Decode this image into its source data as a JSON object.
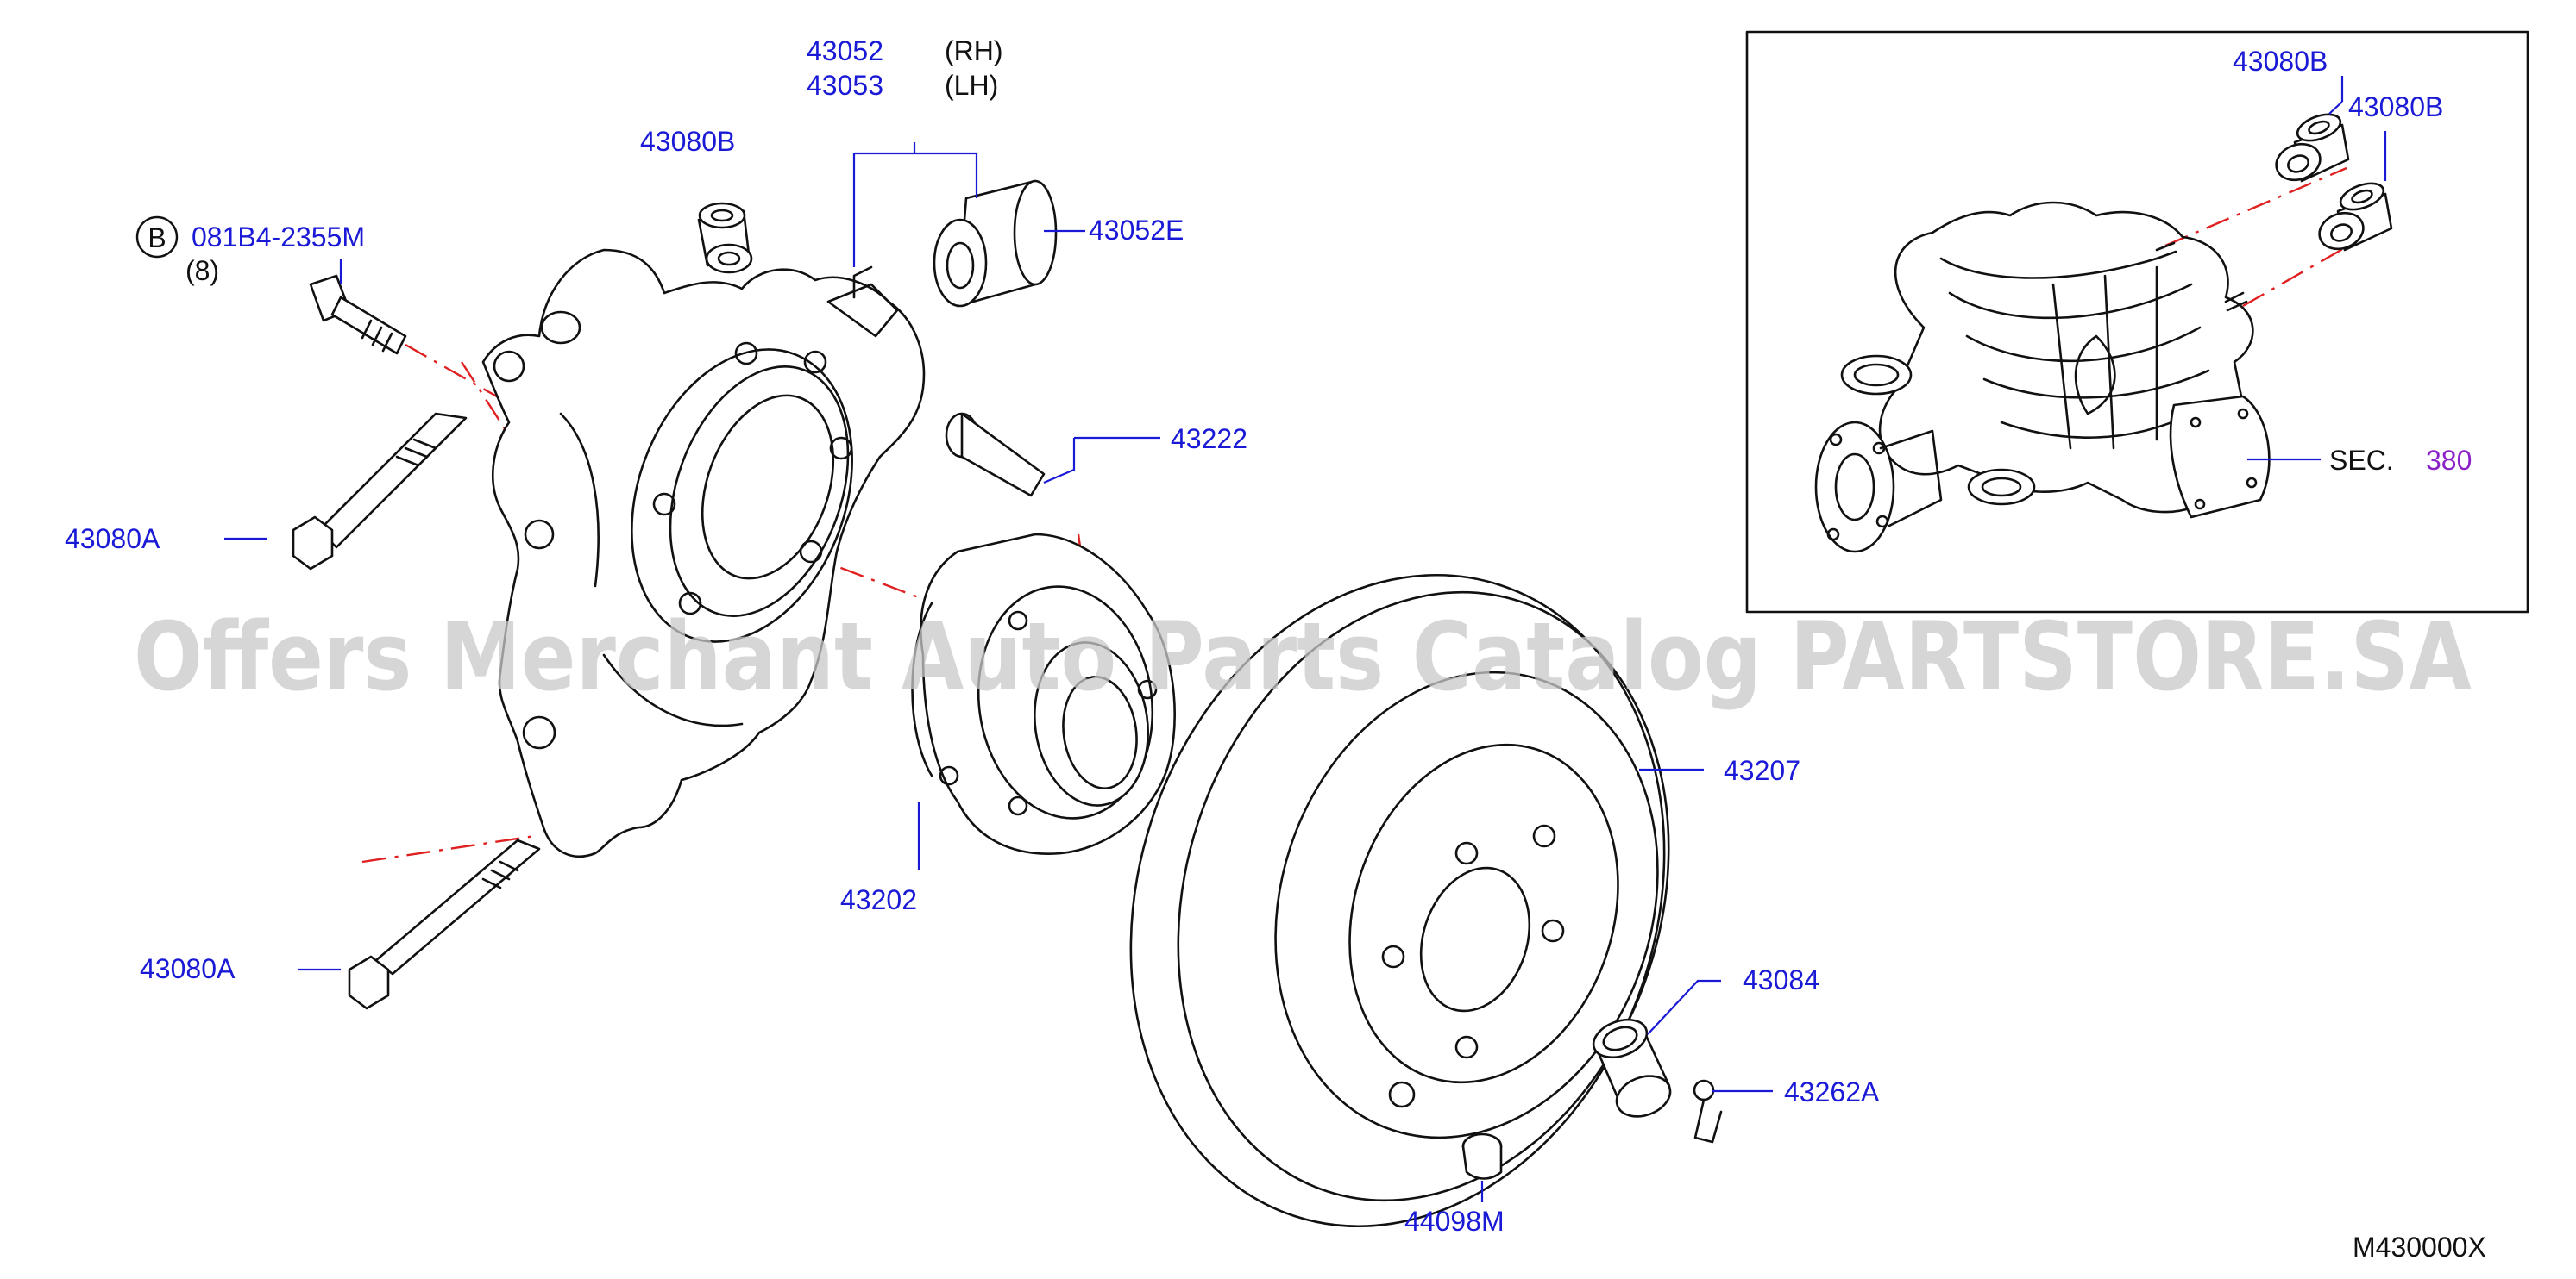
{
  "labels": {
    "p43052": "43052",
    "p43053": "43053",
    "rh": "(RH)",
    "lh": "(LH)",
    "p43080b_top": "43080B",
    "bolt_ref_letter": "B",
    "p081b4": "081B4-2355M",
    "qty8": "(8)",
    "p43052e": "43052E",
    "p43222": "43222",
    "p43080a_upper": "43080A",
    "p43080a_lower": "43080A",
    "p43202": "43202",
    "p43207": "43207",
    "p43084": "43084",
    "p43262a": "43262A",
    "p44098m": "44098M",
    "inset_43080b_1": "43080B",
    "inset_43080b_2": "43080B",
    "sec_prefix": "SEC.",
    "sec_number": "380",
    "figure_code": "M430000X"
  },
  "watermark": "Offers Merchant Auto Parts Catalog PARTSTORE.SA",
  "colors": {
    "part_number": "#1a1ad6",
    "section_link": "#8a22c8",
    "centerline": "#e02020",
    "line_art": "#111111",
    "watermark": "#c8c8c8"
  }
}
